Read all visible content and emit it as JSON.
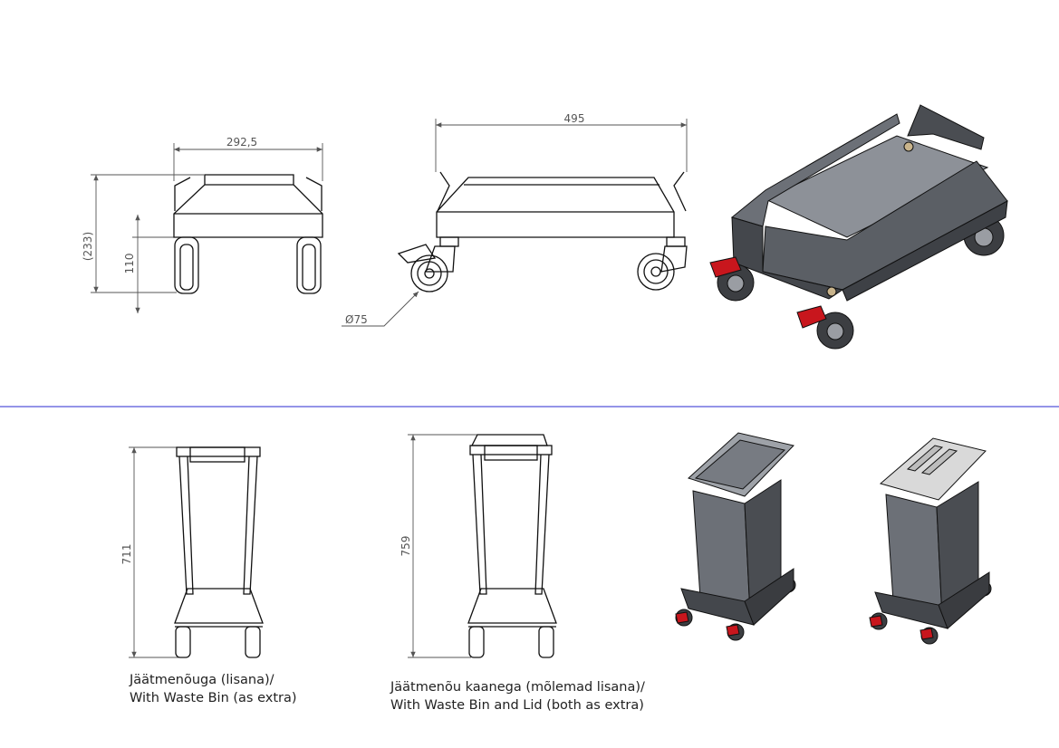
{
  "dimensions": {
    "front_width": "292,5",
    "total_height": "(233)",
    "frame_height": "110",
    "side_length": "495",
    "wheel_diameter": "Ø75",
    "height_with_bin": "711",
    "height_with_bin_and_lid": "759"
  },
  "captions": {
    "bin_line1": "Jäätmenõuga (lisana)/",
    "bin_line2": "With Waste Bin (as extra)",
    "lid_line1": "Jäätmenõu kaanega (mõlemad lisana)/",
    "lid_line2": "With Waste Bin and Lid (both as extra)"
  },
  "colors": {
    "divider": "#2a2ad0",
    "body_dark": "#4a4d52",
    "body_mid": "#6c7077",
    "body_light": "#8d9198",
    "brake_red": "#c8161d",
    "lid": "#d9d9d9"
  }
}
